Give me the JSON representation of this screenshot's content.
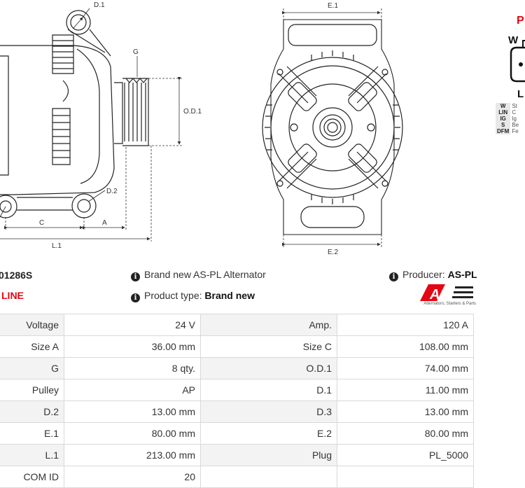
{
  "diagram": {
    "side_labels": {
      "d1": "D.1",
      "g": "G",
      "od1": "O.D.1",
      "d2": "D.2",
      "c": "C",
      "a": "A",
      "l1": "L.1"
    },
    "front_labels": {
      "e1": "E.1",
      "e2": "E.2"
    }
  },
  "plug": {
    "title": "P",
    "left_letter": "W",
    "bottom_letter": "L",
    "pins": [
      {
        "key": "W",
        "desc": "St"
      },
      {
        "key": "LIN",
        "desc": "C"
      },
      {
        "key": "IG",
        "desc": "Ig"
      },
      {
        "key": "S",
        "desc": "Be"
      },
      {
        "key": "DFM",
        "desc": "Fe"
      }
    ]
  },
  "product": {
    "code": "01286S",
    "line": "LINE",
    "description": "Brand new AS-PL Alternator",
    "type_label": "Product type:",
    "type_value": "Brand new",
    "producer_label": "Producer:",
    "producer_value": "AS-PL",
    "logo_text": "AS",
    "logo_tagline": "Alternators, Starters & Parts",
    "colors": {
      "brand_red": "#e30613"
    }
  },
  "specs": [
    {
      "l1": "Voltage",
      "v1": "24 V",
      "l2": "Amp.",
      "v2": "120 A"
    },
    {
      "l1": "Size A",
      "v1": "36.00 mm",
      "l2": "Size C",
      "v2": "108.00 mm"
    },
    {
      "l1": "G",
      "v1": "8 qty.",
      "l2": "O.D.1",
      "v2": "74.00 mm"
    },
    {
      "l1": "Pulley",
      "v1": "AP",
      "l2": "D.1",
      "v2": "11.00 mm"
    },
    {
      "l1": "D.2",
      "v1": "13.00 mm",
      "l2": "D.3",
      "v2": "13.00 mm"
    },
    {
      "l1": "E.1",
      "v1": "80.00 mm",
      "l2": "E.2",
      "v2": "80.00 mm"
    },
    {
      "l1": "L.1",
      "v1": "213.00 mm",
      "l2": "Plug",
      "v2": "PL_5000"
    },
    {
      "l1": "COM ID",
      "v1": "20",
      "l2": "",
      "v2": ""
    }
  ]
}
